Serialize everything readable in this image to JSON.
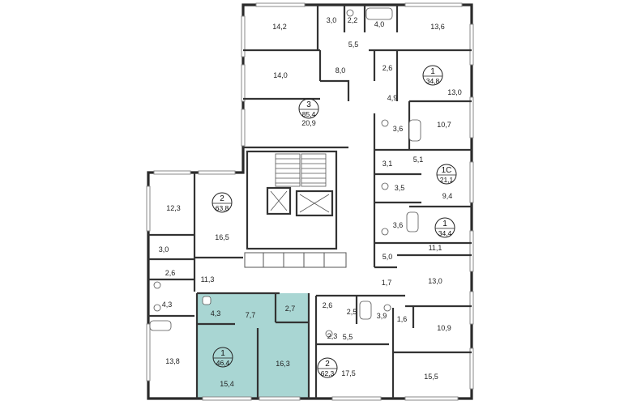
{
  "plan": {
    "highlight_color": "#a9d6d3",
    "apartments": [
      {
        "id": "apt-3-85",
        "number": "3",
        "total": "85,4"
      },
      {
        "id": "apt-1-34-8",
        "number": "1",
        "total": "34,8"
      },
      {
        "id": "apt-1c-21-1",
        "number": "1С",
        "total": "21,1"
      },
      {
        "id": "apt-1-34-4",
        "number": "1",
        "total": "34,4"
      },
      {
        "id": "apt-2-63-8",
        "number": "2",
        "total": "63,8"
      },
      {
        "id": "apt-1-46-4",
        "number": "1",
        "total": "46,4"
      },
      {
        "id": "apt-2-62-3",
        "number": "2",
        "total": "62,3"
      }
    ],
    "rooms": [
      {
        "id": "r-14-2",
        "area": "14,2"
      },
      {
        "id": "r-3-0a",
        "area": "3,0"
      },
      {
        "id": "r-2-2a",
        "area": "2,2"
      },
      {
        "id": "r-4-0",
        "area": "4,0"
      },
      {
        "id": "r-13-6",
        "area": "13,6"
      },
      {
        "id": "r-5-5a",
        "area": "5,5"
      },
      {
        "id": "r-14-0",
        "area": "14,0"
      },
      {
        "id": "r-8-0",
        "area": "8,0"
      },
      {
        "id": "r-2-6a",
        "area": "2,6"
      },
      {
        "id": "r-13-0a",
        "area": "13,0"
      },
      {
        "id": "r-4-9",
        "area": "4,9"
      },
      {
        "id": "r-20-9",
        "area": "20,9"
      },
      {
        "id": "r-3-6a",
        "area": "3,6"
      },
      {
        "id": "r-10-7",
        "area": "10,7"
      },
      {
        "id": "r-3-1",
        "area": "3,1"
      },
      {
        "id": "r-5-1",
        "area": "5,1"
      },
      {
        "id": "r-3-5",
        "area": "3,5"
      },
      {
        "id": "r-9-4",
        "area": "9,4"
      },
      {
        "id": "r-12-3",
        "area": "12,3"
      },
      {
        "id": "r-16-5",
        "area": "16,5"
      },
      {
        "id": "r-3-6b",
        "area": "3,6"
      },
      {
        "id": "r-11-1",
        "area": "11,1"
      },
      {
        "id": "r-3-0b",
        "area": "3,0"
      },
      {
        "id": "r-2-6b",
        "area": "2,6"
      },
      {
        "id": "r-5-0",
        "area": "5,0"
      },
      {
        "id": "r-11-3",
        "area": "11,3"
      },
      {
        "id": "r-1-7",
        "area": "1,7"
      },
      {
        "id": "r-13-0b",
        "area": "13,0"
      },
      {
        "id": "r-4-3a",
        "area": "4,3"
      },
      {
        "id": "r-4-3b",
        "area": "4,3"
      },
      {
        "id": "r-7-7",
        "area": "7,7"
      },
      {
        "id": "r-2-7",
        "area": "2,7"
      },
      {
        "id": "r-2-6c",
        "area": "2,6"
      },
      {
        "id": "r-2-5",
        "area": "2,5"
      },
      {
        "id": "r-3-9",
        "area": "3,9"
      },
      {
        "id": "r-1-6",
        "area": "1,6"
      },
      {
        "id": "r-10-9",
        "area": "10,9"
      },
      {
        "id": "r-2-3",
        "area": "2,3"
      },
      {
        "id": "r-5-5b",
        "area": "5,5"
      },
      {
        "id": "r-13-8",
        "area": "13,8"
      },
      {
        "id": "r-16-3",
        "area": "16,3"
      },
      {
        "id": "r-15-4",
        "area": "15,4"
      },
      {
        "id": "r-17-5",
        "area": "17,5"
      },
      {
        "id": "r-15-5",
        "area": "15,5"
      }
    ]
  }
}
